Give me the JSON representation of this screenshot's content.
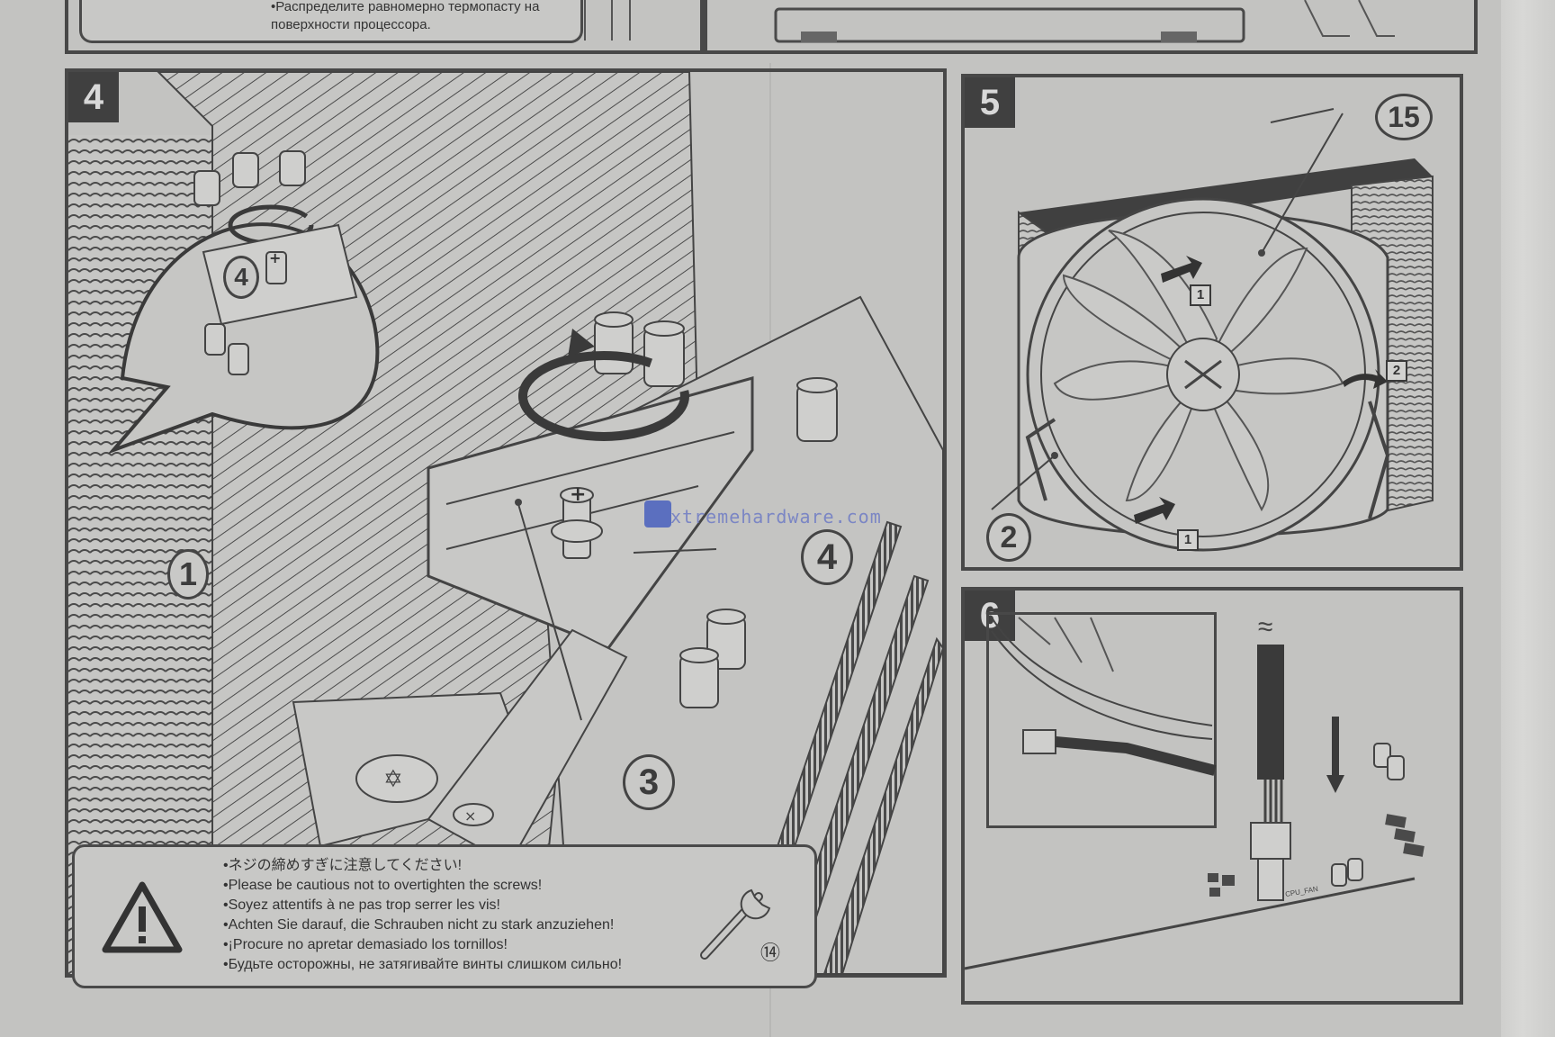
{
  "top_strip": {
    "note_lines": [
      "•Распределите равномерно термопасту на",
      "поверхности процессора."
    ]
  },
  "step4": {
    "badge": "4",
    "callouts": [
      "1",
      "3",
      "4",
      "4"
    ],
    "warning_lines": [
      "•ネジの締めすぎに注意してください!",
      "•Please be cautious not to overtighten the screws!",
      "•Soyez attentifs à ne pas trop serrer les vis!",
      "•Achten Sie darauf, die Schrauben nicht zu stark anzuziehen!",
      "•¡Procure no apretar demasiado los tornillos!",
      "•Будьте осторожны, не затягивайте винты слишком сильно!"
    ],
    "wrench_label": "⑭"
  },
  "step5": {
    "badge": "5",
    "callouts": [
      "15",
      "2"
    ],
    "square_labels": [
      "1",
      "1",
      "2"
    ]
  },
  "step6": {
    "badge": "6",
    "header_label": "CPU_FAN",
    "wave_symbol": "≈"
  },
  "watermark": "xtremehardware.com",
  "colors": {
    "paper": "#c3c3c1",
    "ink": "#404040",
    "watermark": "#7b86c4"
  }
}
